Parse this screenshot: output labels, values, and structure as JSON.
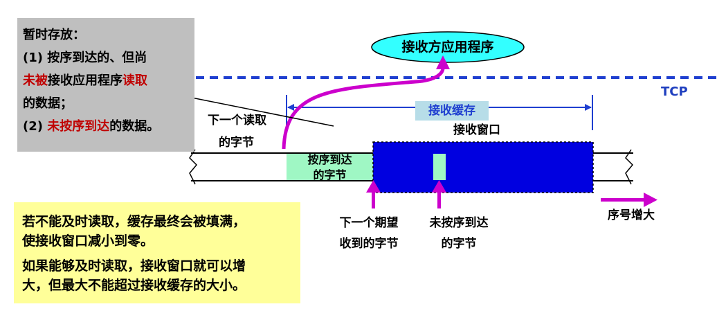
{
  "gray_box": {
    "title": "暂时存放：",
    "item1_line1": "(1) 按序到达的、但尚",
    "item1_red1": "未被",
    "item1_mid": "接收应用程序",
    "item1_red2": "读取",
    "item1_line3": "的数据；",
    "item2_prefix": "(2) ",
    "item2_red": "未按序到达",
    "item2_suffix": "的数据。"
  },
  "diagram": {
    "app_oval": "接收方应用程序",
    "tcp": "TCP",
    "receive_buffer": "接收缓存",
    "receive_window": "接收窗口",
    "next_read_line1": "下一个读取",
    "next_read_line2": "的字节",
    "in_order_line1": "按序到达",
    "in_order_line2": "的字节",
    "next_expected_line1": "下一个期望",
    "next_expected_line2": "收到的字节",
    "out_of_order_line1": "未按序到达",
    "out_of_order_line2": "的字节",
    "seq_increase": "序号增大"
  },
  "yellow_box": {
    "line1": "若不能及时读取，缓存最终会被填满，",
    "line2": "使接收窗口减小到零。",
    "line3": "如果能够及时读取，接收窗口就可以增",
    "line4": "大，但最大不能超过接收缓存的大小。"
  },
  "colors": {
    "dark_blue": "#0000e0",
    "light_green": "#9ff7c4",
    "magenta": "#cc00cc",
    "cyan_oval": "#33ffff",
    "light_blue": "#b7dde8",
    "gray": "#bfbfbf",
    "yellow": "#ffff99",
    "red": "#c00000"
  }
}
